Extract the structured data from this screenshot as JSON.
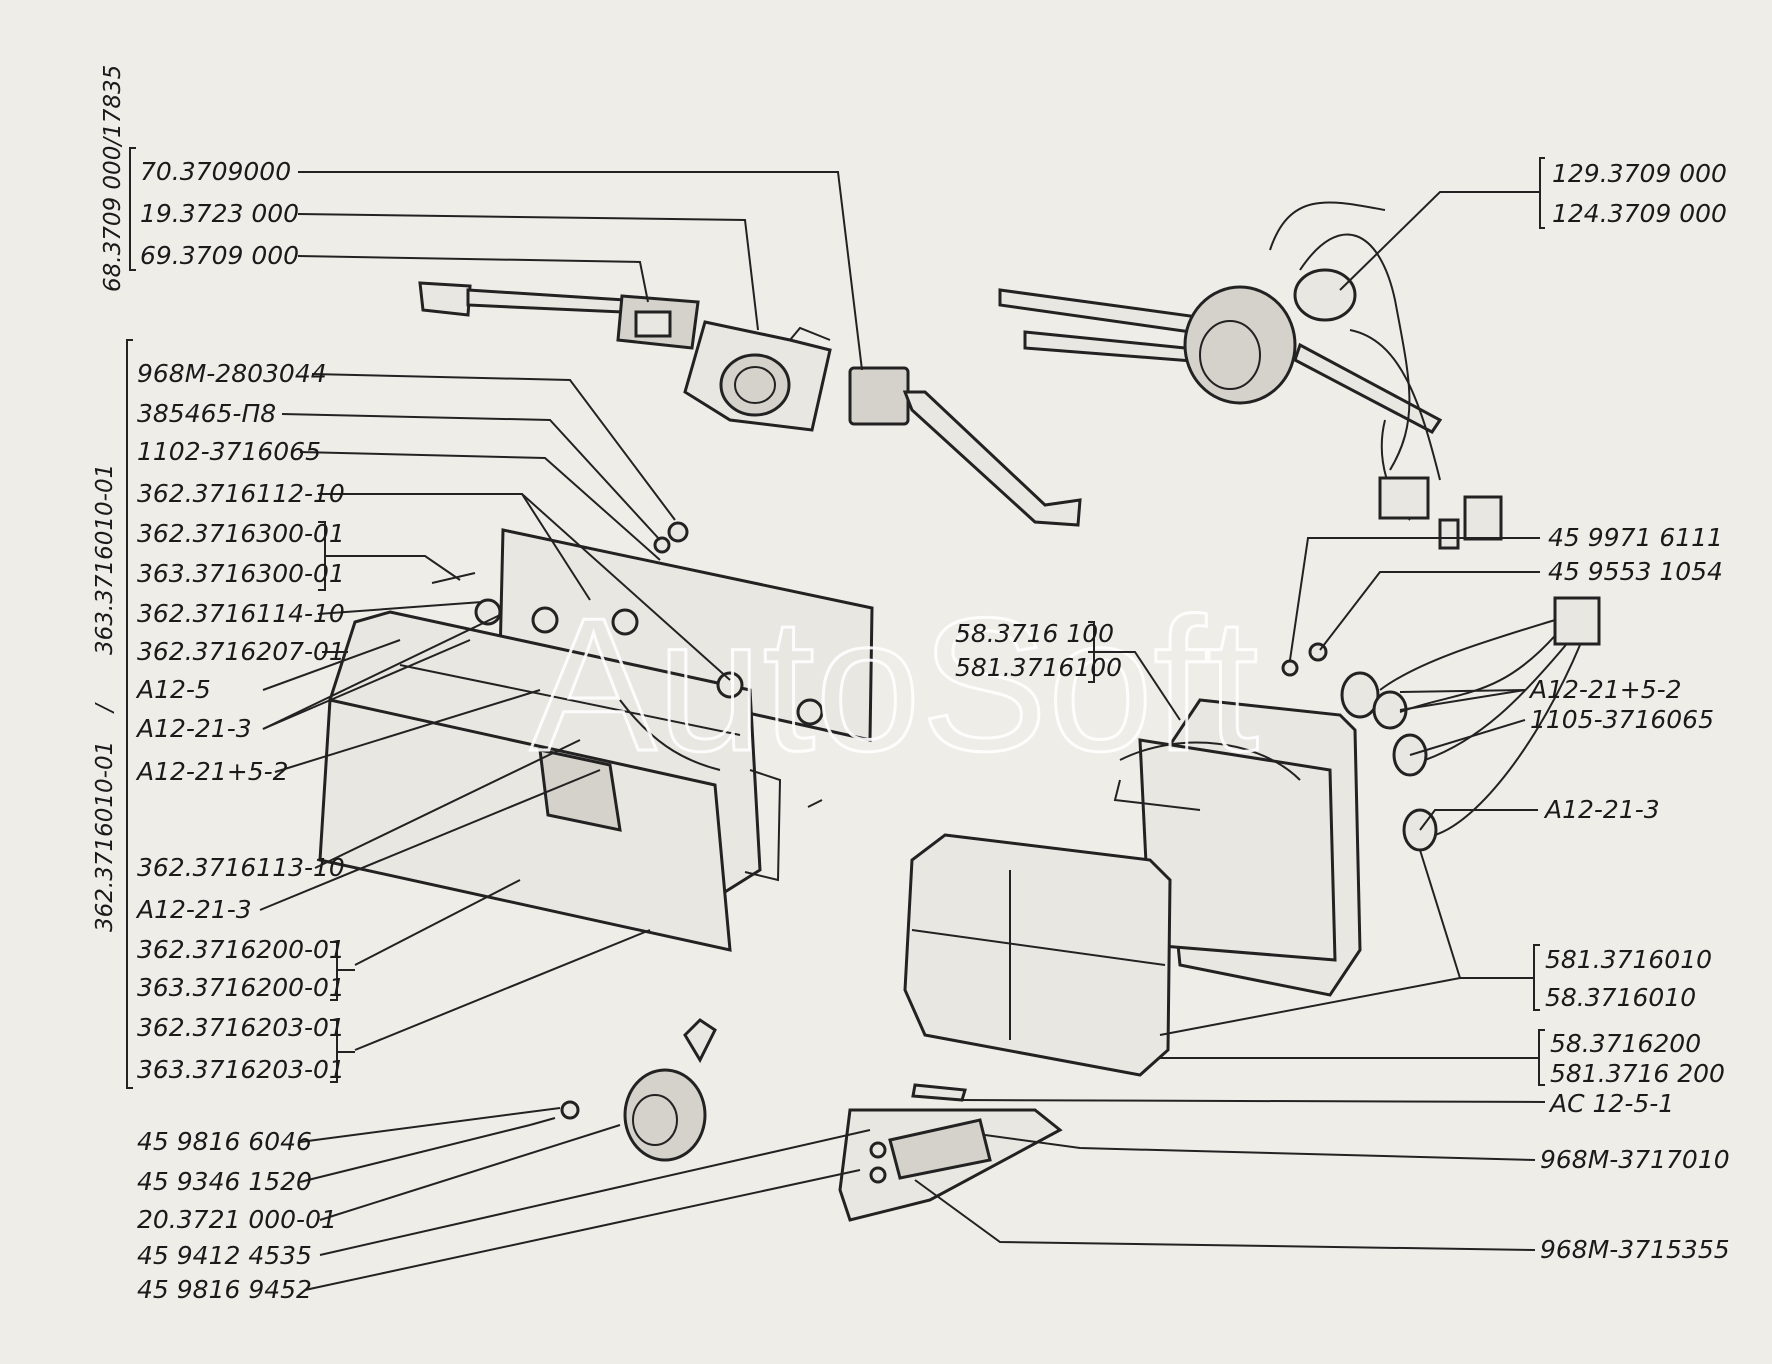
{
  "watermark": "AutoSoft",
  "groups": {
    "switches_left": "68.3709 000/17835",
    "headlamp_left": "362.3716010-01",
    "headlamp_left_sep": "/",
    "headlamp_left_alt": "363.3716010-01"
  },
  "labels": {
    "l_70_3709000": "70.3709000",
    "l_19_3723000": "19.3723 000",
    "l_69_3709000": "69.3709 000",
    "l_968M_2803044": "968M-2803044",
    "l_385465_P8": "385465-П8",
    "l_1102_3716065": "1102-3716065",
    "l_362_3716112_10": "362.3716112-10",
    "l_362_3716300_01": "362.3716300-01",
    "l_363_3716300_01": "363.3716300-01",
    "l_362_3716114_10": "362.3716114-10",
    "l_362_3716207_01": "362.3716207-01",
    "l_A12_5": "А12-5",
    "l_A12_21_3_a": "А12-21-3",
    "l_A12_21_5_2_a": "А12-21+5-2",
    "l_362_3716113_10": "362.3716113-10",
    "l_A12_21_3_b": "А12-21-3",
    "l_362_3716200_01": "362.3716200-01",
    "l_363_3716200_01": "363.3716200-01",
    "l_362_3716203_01": "362.3716203-01",
    "l_363_3716203_01": "363.3716203-01",
    "l_45_9816_6046": "45 9816 6046",
    "l_45_9346_1520": "45 9346 1520",
    "l_20_3721000_01": "20.3721 000-01",
    "l_45_9412_4535": "45 9412 4535",
    "l_45_9816_9452": "45 9816 9452",
    "l_129_3709000": "129.3709 000",
    "l_124_3709000": "124.3709 000",
    "l_45_9971_6111": "45 9971 6111",
    "l_45_9553_1054": "45 9553 1054",
    "l_58_3716100": "58.3716 100",
    "l_581_3716100": "581.3716100",
    "l_A12_21_5_2_b": "А12-21+5-2",
    "l_1105_3716065": "1105-3716065",
    "l_A12_21_3_c": "А12-21-3",
    "l_581_3716010": "581.3716010",
    "l_58_3716010": "58.3716010",
    "l_58_3716200": "58.3716200",
    "l_581_3716200": "581.3716 200",
    "l_AC12_5_1": "АС 12-5-1",
    "l_968M_3717010": "968М-3717010",
    "l_968M_3715355": "968М-3715355"
  }
}
